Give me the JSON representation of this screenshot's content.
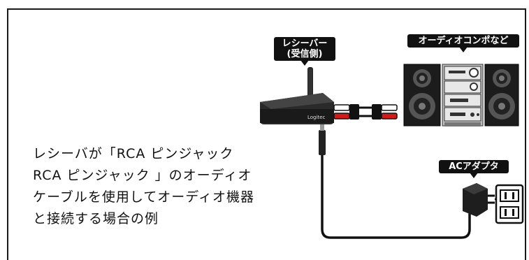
{
  "labels": {
    "receiver_line1": "レシーバー",
    "receiver_line2": "(受信側)",
    "stereo": "オーディオコンポなど",
    "adapter": "ACアダプタ",
    "receiver_brand": "Logitec"
  },
  "caption": {
    "line1": "レシーバが「RCA ピンジャック",
    "line2": "RCA ピンジャック 」のオーディオ",
    "line3": "ケーブルを使用してオーディオ機器",
    "line4": "と接続する場合の例"
  },
  "colors": {
    "frame": "#1a1a1a",
    "callout_bg": "#111111",
    "rca_red": "#d11a1a",
    "rca_white": "#ffffff"
  }
}
